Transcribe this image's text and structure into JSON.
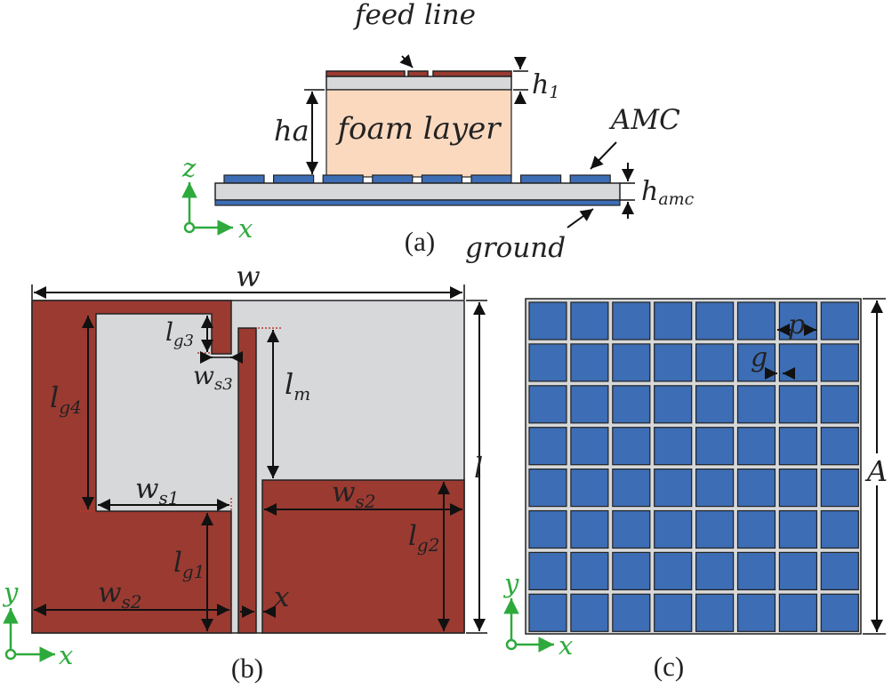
{
  "panel_a": {
    "feed_line": "feed line",
    "foam_layer": "foam layer",
    "h1_main": "h",
    "h1_sub": "1",
    "ha": "ha",
    "amc": "AMC",
    "hamc_main": "h",
    "hamc_sub": "amc",
    "ground": "ground",
    "axis_z": "z",
    "axis_x": "x",
    "caption": "(a)"
  },
  "panel_b": {
    "w": "w",
    "l": "l",
    "lg3_main": "l",
    "lg3_sub": "g3",
    "ws3_main": "w",
    "ws3_sub": "s3",
    "lm_main": "l",
    "lm_sub": "m",
    "lg4_main": "l",
    "lg4_sub": "g4",
    "ws1_main": "w",
    "ws1_sub": "s1",
    "ws2_right_main": "w",
    "ws2_right_sub": "s2",
    "lg1_main": "l",
    "lg1_sub": "g1",
    "lg2_main": "l",
    "lg2_sub": "g2",
    "ws2_left_main": "w",
    "ws2_left_sub": "s2",
    "x": "x",
    "axis_y": "y",
    "axis_x": "x",
    "caption": "(b)"
  },
  "panel_c": {
    "p": "p",
    "g": "g",
    "A": "A",
    "axis_y": "y",
    "axis_x": "x",
    "caption": "(c)",
    "grid_rows": 8,
    "grid_cols": 8
  },
  "colors": {
    "copper": "#9b3a31",
    "substrate": "#d7d8da",
    "amc_blue": "#3d6db4",
    "foam": "#fbd9bf",
    "axis_green": "#2eaa3c"
  }
}
